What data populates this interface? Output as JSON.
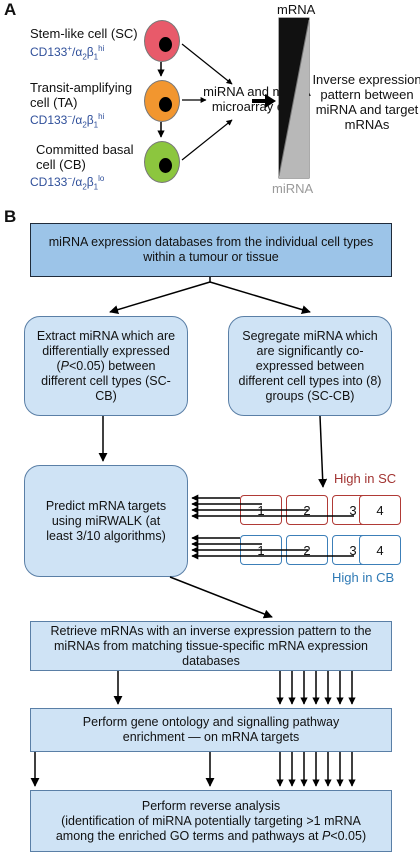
{
  "panel_a": {
    "letter": "A",
    "cells": [
      {
        "name": "Stem-like cell (SC)",
        "marker_base": "CD133",
        "marker_sign": "+",
        "marker_integrin": "/α",
        "marker_sub1": "2",
        "marker_beta": "β",
        "marker_sub2": "1",
        "marker_level": "hi",
        "color": "#e85a6a"
      },
      {
        "name_line1": "Transit-amplifying",
        "name_line2": "cell (TA)",
        "marker_base": "CD133",
        "marker_sign": "−",
        "marker_integrin": "/α",
        "marker_sub1": "2",
        "marker_beta": "β",
        "marker_sub2": "1",
        "marker_level": "hi",
        "color": "#f2962f"
      },
      {
        "name_line1": "Committed basal",
        "name_line2": "cell (CB)",
        "marker_base": "CD133",
        "marker_sign": "−",
        "marker_integrin": "/α",
        "marker_sub1": "2",
        "marker_beta": "β",
        "marker_sub2": "1",
        "marker_level": "lo",
        "color": "#8cc63e"
      }
    ],
    "microarray_line1": "miRNA and mRNA",
    "microarray_line2": "microarray data",
    "bar_top_label": "mRNA",
    "bar_bottom_label": "miRNA",
    "inverse_line1": "Inverse expression",
    "inverse_line2": "pattern between",
    "inverse_line3": "miRNA and target",
    "inverse_line4": "mRNAs"
  },
  "panel_b": {
    "letter": "B",
    "top_box": "miRNA expression databases from the individual cell types within a tumour or tissue",
    "extract_box": "Extract miRNA which are differentially expressed (P<0.05) between different cell types (SC-CB)",
    "extract_parts": {
      "a": "Extract miRNA which are differentially expressed (",
      "p": "P",
      "b": "<0.05) between different cell types (SC-CB)"
    },
    "segregate_box": "Segregate miRNA which are significantly co-expressed between different cell types into (8) groups (SC-CB)",
    "predict_box": "Predict mRNA targets using miRWALK (at least 3/10 algorithms)",
    "high_sc": "High in SC",
    "high_cb": "High in CB",
    "groups_sc": [
      "1",
      "2",
      "3",
      "4"
    ],
    "groups_cb": [
      "1",
      "2",
      "3",
      "4"
    ],
    "retrieve_box": "Retrieve mRNAs with an inverse expression pattern to the miRNAs from matching tissue-specific mRNA expression databases",
    "ontology_box": "Perform gene ontology and signalling pathway enrichment — on mRNA targets",
    "reverse_box_title": "Perform reverse analysis",
    "reverse_parts": {
      "a": "(identification of miRNA potentially targeting >1 mRNA among the enriched GO terms and pathways at ",
      "p": "P",
      "b": "<0.05)"
    }
  },
  "colors": {
    "sc_red": "#a23432",
    "cb_blue": "#2f7ab5",
    "box_fill": "#cfe3f5",
    "top_box_fill": "#9cc4e8",
    "marker_blue": "#2f4f9a"
  }
}
